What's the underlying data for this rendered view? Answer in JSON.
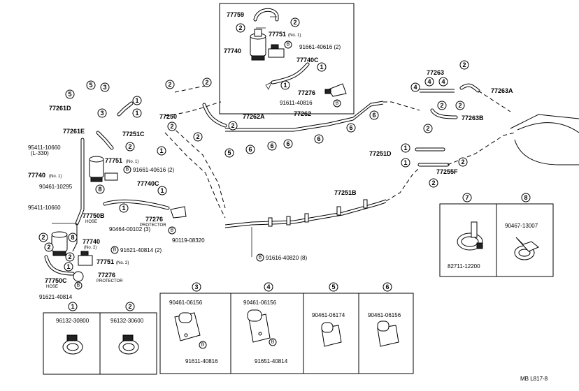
{
  "callouts": {
    "c1": "1",
    "c2": "2",
    "c3": "3",
    "c4": "4",
    "c5": "5",
    "c6": "6",
    "c7": "7",
    "c8": "8",
    "b": "B"
  },
  "labels": {
    "p77759": "77759",
    "p77751_top": "77751",
    "no1": "(No. 1)",
    "p77740_top": "77740",
    "p91661_top": "91661-40616 (2)",
    "p77740C_top": "77740C",
    "p77276_top": "77276",
    "p91611_top": "91611-40816",
    "p77261D": "77261D",
    "p77250": "77250",
    "p77262A": "77262A",
    "p77251C": "77251C",
    "p77261E": "77261E",
    "p77262": "77262",
    "p77263": "77263",
    "p77263A": "77263A",
    "p77263B": "77263B",
    "p77251D": "77251D",
    "p77255F": "77255F",
    "p95411_10660_a": "95411-10660",
    "l330": "(L-330)",
    "p77740_no1": "77740",
    "no1b": "(No. 1)",
    "p77751_mid": "77751",
    "no1c": "(No. 1)",
    "p91661_mid": "91661-40616 (2)",
    "p77740C_mid": "77740C",
    "p90461_10295": "90461-10295",
    "p95411_10660_b": "95411-10660",
    "p77750B": "77750B",
    "hose1": "HOSE",
    "p90464": "90464-00102 (3)",
    "p77276_mid": "77276",
    "protector1": "PROTECTOR",
    "p90119": "90119-08320",
    "p77251B": "77251B",
    "p77740_no2": "77740",
    "no2": "(No. 2)",
    "p91621_a": "91621-40814 (2)",
    "p77751_no2": "77751",
    "no2b": "(No. 2)",
    "p77750C": "77750C",
    "hose2": "HOSE",
    "p77276_low": "77276",
    "protector2": "PROTECTOR",
    "p91621_b": "91621-40814",
    "p91616": "91616-40820 (8)",
    "ref": "MB  L817-8"
  },
  "legend": {
    "k7": "82711-12200",
    "k8": "90467-13007",
    "k1": "96132-30800",
    "k2": "96132-30600",
    "k3a": "90461-06156",
    "k3b": "91611-40816",
    "k4a": "90461-06156",
    "k4b": "91651-40814",
    "k5": "90461-06174",
    "k6": "90461-06156"
  }
}
